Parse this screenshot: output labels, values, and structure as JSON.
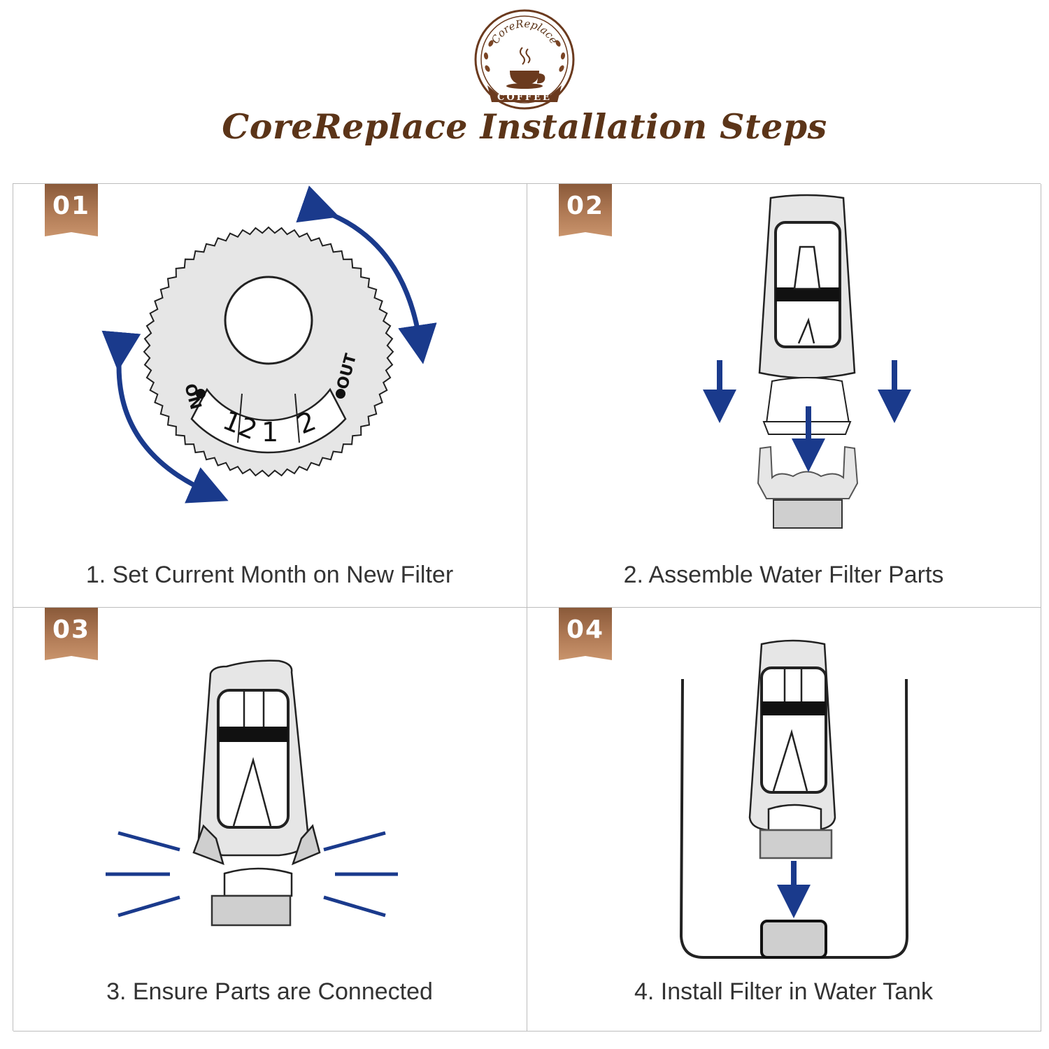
{
  "logo": {
    "top_text": "CoreReplace",
    "bottom_text": "COFFEE",
    "icon": "coffee-cup-icon"
  },
  "title": "CoreReplace Installation Steps",
  "colors": {
    "title": "#5b3418",
    "badge": "#a8714d",
    "arrow": "#1a3a8c",
    "part_fill": "#e6e6e6",
    "outline": "#222222"
  },
  "steps": [
    {
      "number": "01",
      "caption": "1. Set Current Month on New Filter",
      "dial": {
        "left_label": "ON",
        "right_label": "OUT",
        "months": [
          "12",
          "1",
          "2"
        ]
      }
    },
    {
      "number": "02",
      "caption": "2. Assemble Water Filter Parts"
    },
    {
      "number": "03",
      "caption": "3. Ensure Parts are Connected"
    },
    {
      "number": "04",
      "caption": "4. Install Filter in Water Tank"
    }
  ]
}
